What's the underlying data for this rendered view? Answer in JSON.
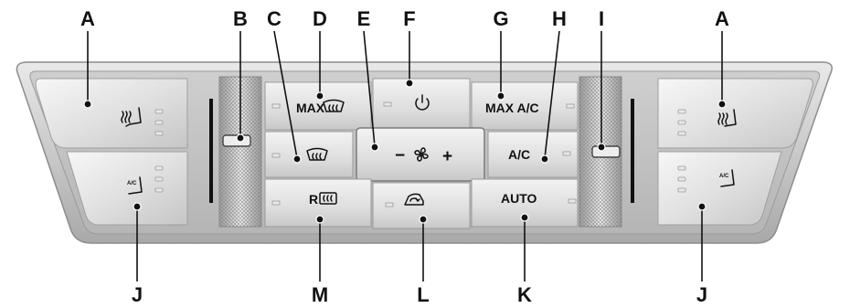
{
  "callouts": {
    "A_left": "A",
    "B": "B",
    "C": "C",
    "D": "D",
    "E": "E",
    "F": "F",
    "G": "G",
    "H": "H",
    "I": "I",
    "A_right": "A",
    "J_left": "J",
    "M": "M",
    "L": "L",
    "K": "K",
    "J_right": "J"
  },
  "buttons": {
    "max_defrost": "MAX",
    "max_ac": "MAX A/C",
    "ac": "A/C",
    "auto": "AUTO",
    "fan_minus": "−",
    "fan_plus": "+",
    "rear_defrost_r": "R"
  },
  "icons": {
    "heated_seat": "heated-seat-icon",
    "cooled_seat": "cooled-seat-icon",
    "power": "power-icon",
    "windshield_defrost": "windshield-defrost-icon",
    "fan": "fan-icon",
    "rear_defrost": "rear-defrost-icon",
    "recirculation": "recirculation-icon"
  }
}
